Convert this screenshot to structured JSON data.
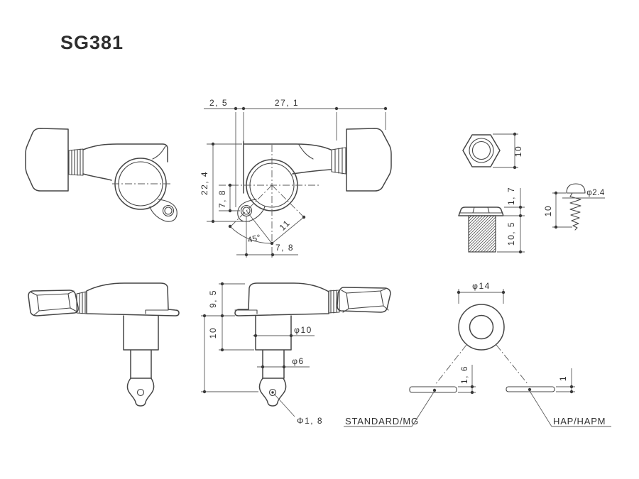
{
  "title": "SG381",
  "colors": {
    "line": "#454545",
    "dim": "#5a5a5a",
    "text": "#2e2e2e",
    "background": "#ffffff"
  },
  "front_view": {
    "dim_offset": "2, 5",
    "dim_length": "27, 1",
    "dim_height": "22, 4",
    "dim_hole_vertical": "7, 8",
    "dim_angle": "45°",
    "dim_hole_diagonal": "11",
    "dim_hole_horizontal": "7, 8"
  },
  "hex_nut": {
    "dim_across_flats": "10"
  },
  "bushing": {
    "dim_head_height": "1, 7",
    "dim_thread_length": "10, 5"
  },
  "screw": {
    "dim_diameter": "φ2.4",
    "dim_length": "10"
  },
  "side_view": {
    "dim_cap_height": "9, 5",
    "dim_post_height": "10",
    "dim_post_diameter": "φ10",
    "dim_shaft_diameter": "φ6",
    "dim_string_hole": "Φ1, 8"
  },
  "washer": {
    "dim_diameter": "φ14",
    "dim_standard_thickness": "1, 6",
    "dim_hap_thickness": "1",
    "label_standard": "STANDARD/MG",
    "label_hap": "HAP/HAPM"
  }
}
